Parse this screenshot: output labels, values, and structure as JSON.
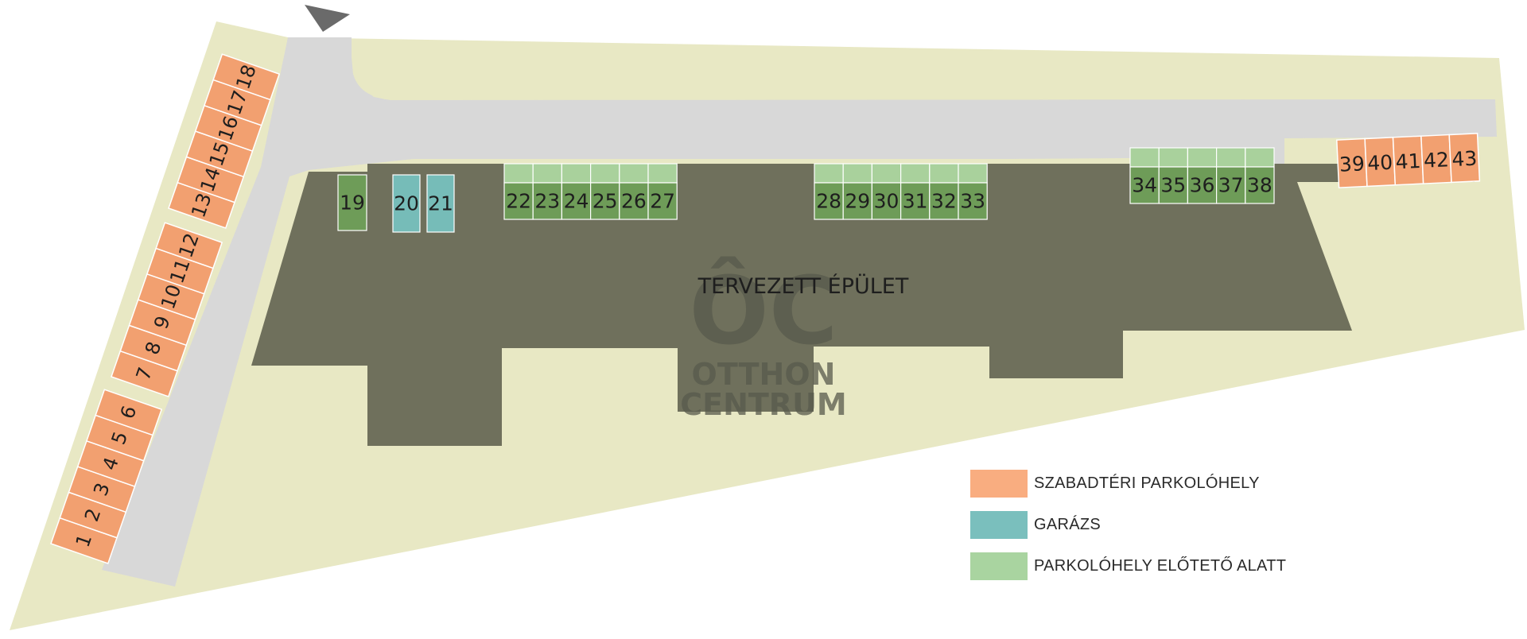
{
  "colors": {
    "lot": "#e8e8c4",
    "road": "#d8d8d8",
    "building": "#6f705c",
    "open_parking": "#f2a070",
    "garage": "#76bcb8",
    "canopy_light": "#a9d19c",
    "canopy_dark": "#6e9c58",
    "north_arrow": "#6a6a6a"
  },
  "building": {
    "label": "TERVEZETT ÉPÜLET"
  },
  "watermark": {
    "initials": "ÔC",
    "line1": "OTTHON",
    "line2": "CENTRUM"
  },
  "north_arrow": {
    "icon": "north-arrow-icon"
  },
  "parking": {
    "open_left_numbers": [
      "1",
      "2",
      "3",
      "4",
      "5",
      "6",
      "7",
      "8",
      "9",
      "10",
      "11",
      "12",
      "13",
      "14",
      "15",
      "16",
      "17",
      "18"
    ],
    "open_right_numbers": [
      "39",
      "40",
      "41",
      "42",
      "43"
    ],
    "canopy_single": "19",
    "garage_numbers": [
      "20",
      "21"
    ],
    "canopy_group_a": [
      "22",
      "23",
      "24",
      "25",
      "26",
      "27"
    ],
    "canopy_group_b": [
      "28",
      "29",
      "30",
      "31",
      "32",
      "33"
    ],
    "canopy_group_c": [
      "34",
      "35",
      "36",
      "37",
      "38"
    ]
  },
  "legend": [
    {
      "label": "SZABADTÉRI PARKOLÓHELY",
      "color": "#f9ad80"
    },
    {
      "label": "GARÁZS",
      "color": "#7abfbd"
    },
    {
      "label": "PARKOLÓHELY ELŐTETŐ ALATT",
      "color": "#a9d4a0"
    }
  ]
}
